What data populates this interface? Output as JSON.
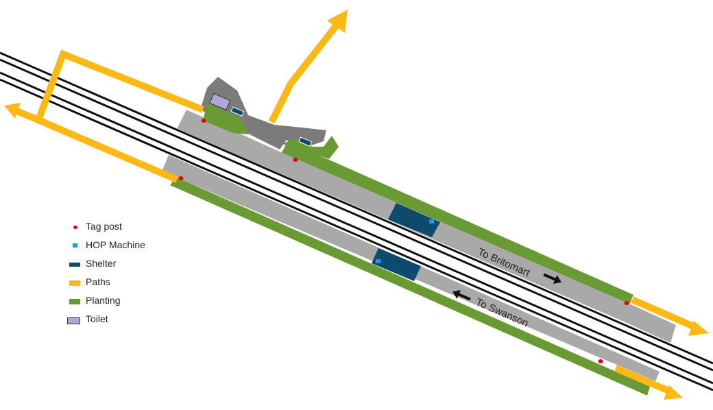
{
  "map": {
    "directions": {
      "britomart": "To Britomart",
      "swanson": "To Swanson"
    },
    "colors": {
      "platform": "#a9a9a9",
      "planting": "#6a9a33",
      "paths": "#fdb913",
      "shelter": "#0d4a6b",
      "hop_machine": "#1f9bd7",
      "tag_post": "#e8000b",
      "toilet": "#b0a7d6",
      "concourse": "#7b7b7b",
      "track": "#111111"
    }
  },
  "legend": {
    "items": [
      {
        "label": "Tag post",
        "icon": "tag-post-icon"
      },
      {
        "label": "HOP Machine",
        "icon": "hop-machine-icon"
      },
      {
        "label": "Shelter",
        "icon": "shelter-icon"
      },
      {
        "label": "Paths",
        "icon": "paths-icon"
      },
      {
        "label": "Planting",
        "icon": "planting-icon"
      },
      {
        "label": "Toilet",
        "icon": "toilet-icon"
      }
    ]
  }
}
